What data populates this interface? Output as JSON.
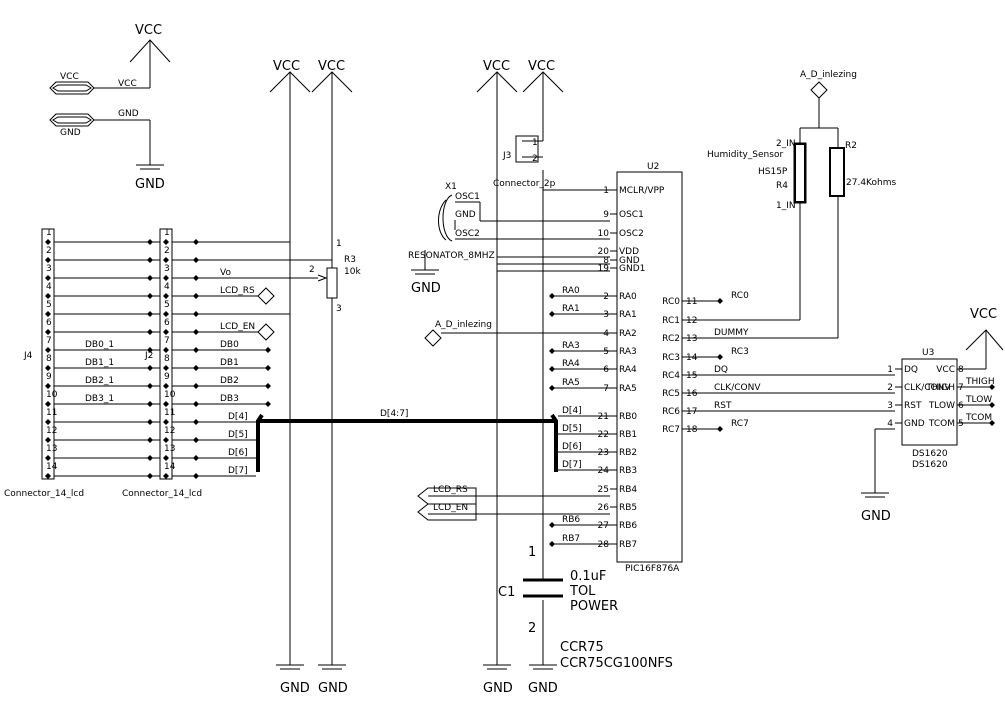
{
  "power": {
    "vcc": "VCC",
    "gnd": "GND"
  },
  "power_connectors": [
    {
      "name": "VCC",
      "net": "VCC"
    },
    {
      "name": "GND",
      "net": "GND"
    }
  ],
  "j4": {
    "ref": "J4",
    "value": "Connector_14_lcd"
  },
  "j2": {
    "ref": "J2",
    "value": "Connector_14_lcd"
  },
  "lcd_pins": [
    "1",
    "2",
    "3",
    "4",
    "5",
    "6",
    "7",
    "8",
    "9",
    "10",
    "11",
    "12",
    "13",
    "14"
  ],
  "j4_nets": [
    "DB0_1",
    "DB1_1",
    "DB2_1",
    "DB3_1"
  ],
  "j2_nets": [
    "Vo",
    "LCD_RS",
    "LCD_EN",
    "DB0",
    "DB1",
    "DB2",
    "DB3",
    "D[4]",
    "D[5]",
    "D[6]",
    "D[7]"
  ],
  "r3": {
    "ref": "R3",
    "value": "10k",
    "pin1": "1",
    "pin2": "2",
    "pin3": "3"
  },
  "bus_label": "D[4:7]",
  "x1": {
    "ref": "X1",
    "value": "RESONATOR_8MHZ",
    "pins": [
      "OSC1",
      "GND",
      "OSC2"
    ]
  },
  "j3": {
    "ref": "J3",
    "value": "Connector_2p",
    "pins": [
      "1",
      "2"
    ]
  },
  "u2": {
    "ref": "U2",
    "value": "PIC16F876A",
    "left_pins": [
      {
        "num": "1",
        "name": "MCLR/VPP"
      },
      {
        "num": "9",
        "name": "OSC1"
      },
      {
        "num": "10",
        "name": "OSC2"
      },
      {
        "num": "20",
        "name": "VDD"
      },
      {
        "num": "8",
        "name": "GND"
      },
      {
        "num": "19",
        "name": "GND1"
      },
      {
        "num": "2",
        "name": "RA0",
        "net": "RA0"
      },
      {
        "num": "3",
        "name": "RA1",
        "net": "RA1"
      },
      {
        "num": "4",
        "name": "RA2",
        "net": "A_D_inlezing"
      },
      {
        "num": "5",
        "name": "RA3",
        "net": "RA3"
      },
      {
        "num": "6",
        "name": "RA4",
        "net": "RA4"
      },
      {
        "num": "7",
        "name": "RA5",
        "net": "RA5"
      },
      {
        "num": "21",
        "name": "RB0",
        "net": "D[4]"
      },
      {
        "num": "22",
        "name": "RB1",
        "net": "D[5]"
      },
      {
        "num": "23",
        "name": "RB2",
        "net": "D[6]"
      },
      {
        "num": "24",
        "name": "RB3",
        "net": "D[7]"
      },
      {
        "num": "25",
        "name": "RB4",
        "net": "LCD_RS"
      },
      {
        "num": "26",
        "name": "RB5",
        "net": "LCD_EN"
      },
      {
        "num": "27",
        "name": "RB6",
        "net": "RB6"
      },
      {
        "num": "28",
        "name": "RB7",
        "net": "RB7"
      }
    ],
    "right_pins": [
      {
        "num": "11",
        "name": "RC0",
        "net": "RC0"
      },
      {
        "num": "12",
        "name": "RC1",
        "net": ""
      },
      {
        "num": "13",
        "name": "RC2",
        "net": "DUMMY"
      },
      {
        "num": "14",
        "name": "RC3",
        "net": "RC3"
      },
      {
        "num": "15",
        "name": "RC4",
        "net": "DQ"
      },
      {
        "num": "16",
        "name": "RC5",
        "net": "CLK/CONV"
      },
      {
        "num": "17",
        "name": "RC6",
        "net": "RST"
      },
      {
        "num": "18",
        "name": "RC7",
        "net": "RC7"
      }
    ]
  },
  "humidity": {
    "ref": "R4",
    "name": "Humidity_Sensor",
    "value": "HS15P",
    "pin2": "2_IN",
    "pin1": "1_IN",
    "pin_num": "2"
  },
  "r2": {
    "ref": "R2",
    "value": "27.4Kohms"
  },
  "ad_label": "A_D_inlezing",
  "u3": {
    "ref": "U3",
    "value": "DS1620",
    "left_pins": [
      {
        "num": "1",
        "name": "DQ"
      },
      {
        "num": "2",
        "name": "CLK/CONV"
      },
      {
        "num": "3",
        "name": "RST"
      },
      {
        "num": "4",
        "name": "GND"
      }
    ],
    "right_pins": [
      {
        "num": "8",
        "name": "VCC",
        "net": ""
      },
      {
        "num": "7",
        "name": "THIGH",
        "net": "THIGH"
      },
      {
        "num": "6",
        "name": "TLOW",
        "net": "TLOW"
      },
      {
        "num": "5",
        "name": "TCOM",
        "net": "TCOM"
      }
    ]
  },
  "c1": {
    "ref": "C1",
    "value": "0.1uF",
    "tol": "TOL",
    "power": "POWER",
    "pin1": "1",
    "pin2": "2",
    "footprint": "CCR75",
    "part": "CCR75CG100NFS"
  }
}
